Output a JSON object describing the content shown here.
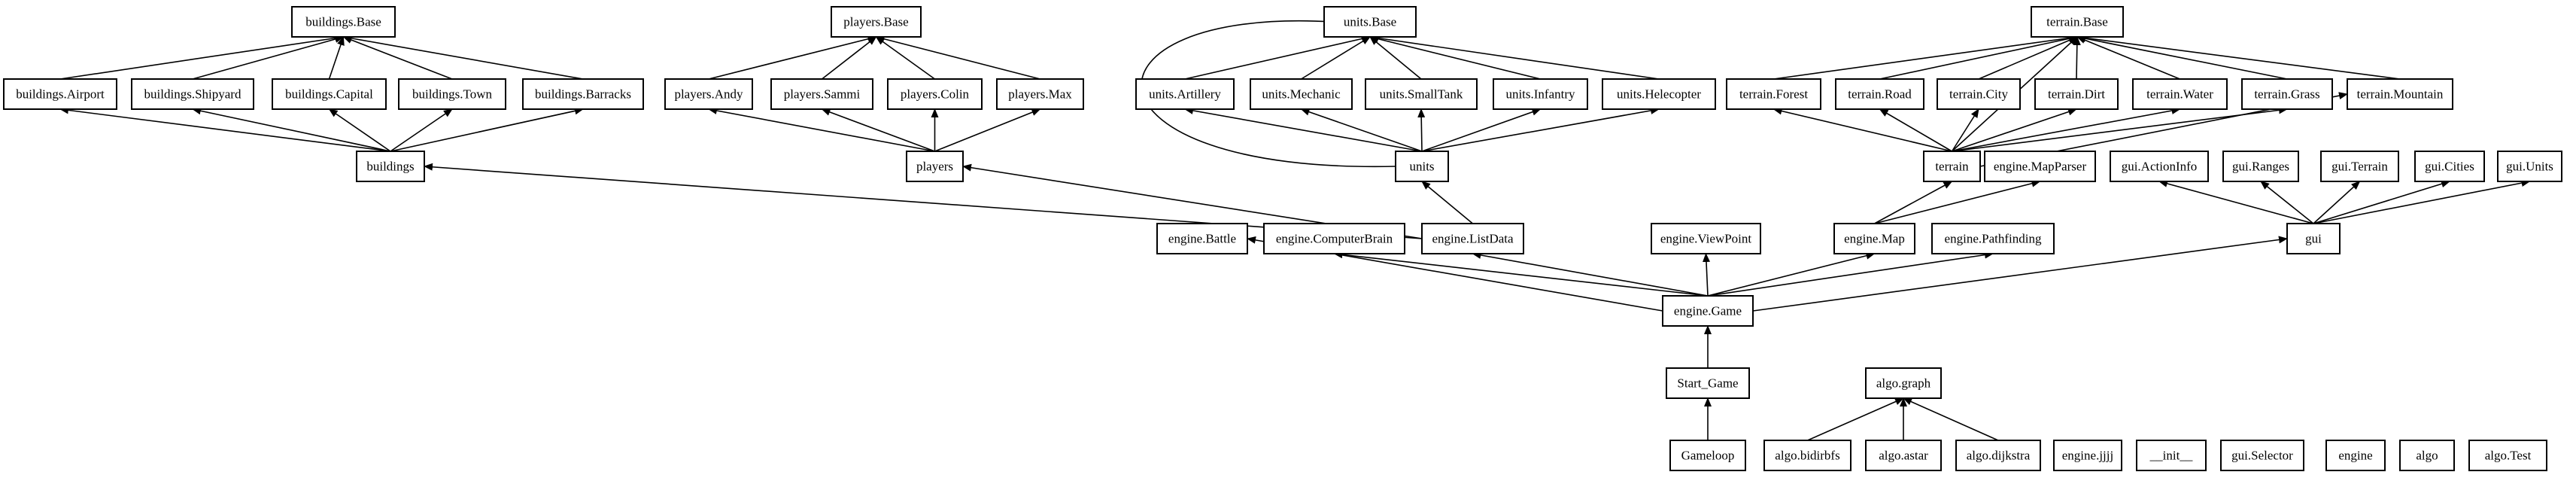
{
  "graph": {
    "nodes": [
      {
        "id": "buildings_base",
        "label": "buildings.Base"
      },
      {
        "id": "buildings_airport",
        "label": "buildings.Airport"
      },
      {
        "id": "buildings_shipyard",
        "label": "buildings.Shipyard"
      },
      {
        "id": "buildings_capital",
        "label": "buildings.Capital"
      },
      {
        "id": "buildings_town",
        "label": "buildings.Town"
      },
      {
        "id": "buildings_barracks",
        "label": "buildings.Barracks"
      },
      {
        "id": "buildings",
        "label": "buildings"
      },
      {
        "id": "players_base",
        "label": "players.Base"
      },
      {
        "id": "players_andy",
        "label": "players.Andy"
      },
      {
        "id": "players_sammi",
        "label": "players.Sammi"
      },
      {
        "id": "players_colin",
        "label": "players.Colin"
      },
      {
        "id": "players_max",
        "label": "players.Max"
      },
      {
        "id": "players",
        "label": "players"
      },
      {
        "id": "units_base",
        "label": "units.Base"
      },
      {
        "id": "units_artillery",
        "label": "units.Artillery"
      },
      {
        "id": "units_mechanic",
        "label": "units.Mechanic"
      },
      {
        "id": "units_smalltank",
        "label": "units.SmallTank"
      },
      {
        "id": "units_infantry",
        "label": "units.Infantry"
      },
      {
        "id": "units_helecopter",
        "label": "units.Helecopter"
      },
      {
        "id": "units",
        "label": "units"
      },
      {
        "id": "terrain_base",
        "label": "terrain.Base"
      },
      {
        "id": "terrain_forest",
        "label": "terrain.Forest"
      },
      {
        "id": "terrain_road",
        "label": "terrain.Road"
      },
      {
        "id": "terrain_city",
        "label": "terrain.City"
      },
      {
        "id": "terrain_dirt",
        "label": "terrain.Dirt"
      },
      {
        "id": "terrain_water",
        "label": "terrain.Water"
      },
      {
        "id": "terrain_grass",
        "label": "terrain.Grass"
      },
      {
        "id": "terrain_mountain",
        "label": "terrain.Mountain"
      },
      {
        "id": "terrain",
        "label": "terrain"
      },
      {
        "id": "engine_mapparser",
        "label": "engine.MapParser"
      },
      {
        "id": "gui_actioninfo",
        "label": "gui.ActionInfo"
      },
      {
        "id": "gui_ranges",
        "label": "gui.Ranges"
      },
      {
        "id": "gui_terrain",
        "label": "gui.Terrain"
      },
      {
        "id": "gui_cities",
        "label": "gui.Cities"
      },
      {
        "id": "gui_units",
        "label": "gui.Units"
      },
      {
        "id": "gui",
        "label": "gui"
      },
      {
        "id": "engine_battle",
        "label": "engine.Battle"
      },
      {
        "id": "engine_computerbrain",
        "label": "engine.ComputerBrain"
      },
      {
        "id": "engine_listdata",
        "label": "engine.ListData"
      },
      {
        "id": "engine_viewpoint",
        "label": "engine.ViewPoint"
      },
      {
        "id": "engine_map",
        "label": "engine.Map"
      },
      {
        "id": "engine_pathfinding",
        "label": "engine.Pathfinding"
      },
      {
        "id": "engine_game",
        "label": "engine.Game"
      },
      {
        "id": "start_game",
        "label": "Start_Game"
      },
      {
        "id": "gameloop",
        "label": "Gameloop"
      },
      {
        "id": "algo_graph",
        "label": "algo.graph"
      },
      {
        "id": "algo_bidirbfs",
        "label": "algo.bidirbfs"
      },
      {
        "id": "algo_astar",
        "label": "algo.astar"
      },
      {
        "id": "algo_dijkstra",
        "label": "algo.dijkstra"
      },
      {
        "id": "engine_jjjj",
        "label": "engine.jjjj"
      },
      {
        "id": "init",
        "label": "__init__"
      },
      {
        "id": "gui_selector",
        "label": "gui.Selector"
      },
      {
        "id": "engine",
        "label": "engine"
      },
      {
        "id": "algo",
        "label": "algo"
      },
      {
        "id": "algo_test",
        "label": "algo.Test"
      }
    ],
    "edges": [
      {
        "from": "buildings_airport",
        "to": "buildings_base"
      },
      {
        "from": "buildings_shipyard",
        "to": "buildings_base"
      },
      {
        "from": "buildings_capital",
        "to": "buildings_base"
      },
      {
        "from": "buildings_town",
        "to": "buildings_base"
      },
      {
        "from": "buildings_barracks",
        "to": "buildings_base"
      },
      {
        "from": "buildings",
        "to": "buildings_airport"
      },
      {
        "from": "buildings",
        "to": "buildings_shipyard"
      },
      {
        "from": "buildings",
        "to": "buildings_capital"
      },
      {
        "from": "buildings",
        "to": "buildings_town"
      },
      {
        "from": "buildings",
        "to": "buildings_barracks"
      },
      {
        "from": "players_andy",
        "to": "players_base"
      },
      {
        "from": "players_sammi",
        "to": "players_base"
      },
      {
        "from": "players_colin",
        "to": "players_base"
      },
      {
        "from": "players_max",
        "to": "players_base"
      },
      {
        "from": "players",
        "to": "players_andy"
      },
      {
        "from": "players",
        "to": "players_sammi"
      },
      {
        "from": "players",
        "to": "players_colin"
      },
      {
        "from": "players",
        "to": "players_max"
      },
      {
        "from": "units_artillery",
        "to": "units_base"
      },
      {
        "from": "units_mechanic",
        "to": "units_base"
      },
      {
        "from": "units_smalltank",
        "to": "units_base"
      },
      {
        "from": "units_infantry",
        "to": "units_base"
      },
      {
        "from": "units_helecopter",
        "to": "units_base"
      },
      {
        "from": "units",
        "to": "units_base",
        "curved": true
      },
      {
        "from": "units",
        "to": "units_artillery"
      },
      {
        "from": "units",
        "to": "units_mechanic"
      },
      {
        "from": "units",
        "to": "units_smalltank"
      },
      {
        "from": "units",
        "to": "units_infantry"
      },
      {
        "from": "units",
        "to": "units_helecopter"
      },
      {
        "from": "terrain_forest",
        "to": "terrain_base"
      },
      {
        "from": "terrain_road",
        "to": "terrain_base"
      },
      {
        "from": "terrain_city",
        "to": "terrain_base"
      },
      {
        "from": "terrain_dirt",
        "to": "terrain_base"
      },
      {
        "from": "terrain_water",
        "to": "terrain_base"
      },
      {
        "from": "terrain_grass",
        "to": "terrain_base"
      },
      {
        "from": "terrain_mountain",
        "to": "terrain_base"
      },
      {
        "from": "terrain",
        "to": "terrain_base"
      },
      {
        "from": "terrain",
        "to": "terrain_forest"
      },
      {
        "from": "terrain",
        "to": "terrain_road"
      },
      {
        "from": "terrain",
        "to": "terrain_city"
      },
      {
        "from": "terrain",
        "to": "terrain_dirt"
      },
      {
        "from": "terrain",
        "to": "terrain_water"
      },
      {
        "from": "terrain",
        "to": "terrain_grass"
      },
      {
        "from": "terrain",
        "to": "terrain_mountain"
      },
      {
        "from": "gui",
        "to": "gui_actioninfo"
      },
      {
        "from": "gui",
        "to": "gui_ranges"
      },
      {
        "from": "gui",
        "to": "gui_terrain"
      },
      {
        "from": "gui",
        "to": "gui_cities"
      },
      {
        "from": "gui",
        "to": "gui_units"
      },
      {
        "from": "engine_listdata",
        "to": "buildings"
      },
      {
        "from": "engine_listdata",
        "to": "players"
      },
      {
        "from": "engine_listdata",
        "to": "units"
      },
      {
        "from": "engine_map",
        "to": "terrain"
      },
      {
        "from": "engine_map",
        "to": "engine_mapparser"
      },
      {
        "from": "engine_game",
        "to": "engine_battle"
      },
      {
        "from": "engine_game",
        "to": "engine_computerbrain"
      },
      {
        "from": "engine_game",
        "to": "engine_listdata"
      },
      {
        "from": "engine_game",
        "to": "engine_viewpoint"
      },
      {
        "from": "engine_game",
        "to": "engine_map"
      },
      {
        "from": "engine_game",
        "to": "engine_pathfinding"
      },
      {
        "from": "engine_game",
        "to": "gui"
      },
      {
        "from": "start_game",
        "to": "engine_game"
      },
      {
        "from": "gameloop",
        "to": "start_game"
      },
      {
        "from": "algo_bidirbfs",
        "to": "algo_graph"
      },
      {
        "from": "algo_astar",
        "to": "algo_graph"
      },
      {
        "from": "algo_dijkstra",
        "to": "algo_graph"
      }
    ]
  }
}
